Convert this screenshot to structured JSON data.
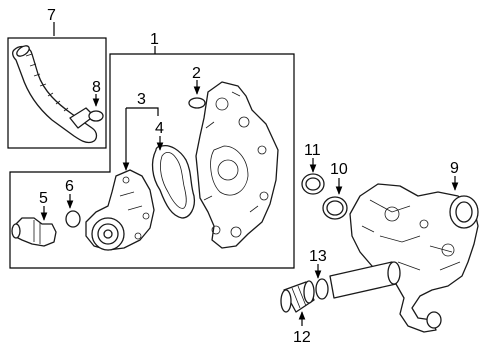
{
  "diagram": {
    "colors": {
      "line": "#1a1a1a",
      "background": "#ffffff"
    },
    "callouts": [
      {
        "id": "c1",
        "label": "1"
      },
      {
        "id": "c2",
        "label": "2"
      },
      {
        "id": "c3",
        "label": "3"
      },
      {
        "id": "c4",
        "label": "4"
      },
      {
        "id": "c5",
        "label": "5"
      },
      {
        "id": "c6",
        "label": "6"
      },
      {
        "id": "c7",
        "label": "7"
      },
      {
        "id": "c8",
        "label": "8"
      },
      {
        "id": "c9",
        "label": "9"
      },
      {
        "id": "c10",
        "label": "10"
      },
      {
        "id": "c11",
        "label": "11"
      },
      {
        "id": "c12",
        "label": "12"
      },
      {
        "id": "c13",
        "label": "13"
      }
    ]
  }
}
